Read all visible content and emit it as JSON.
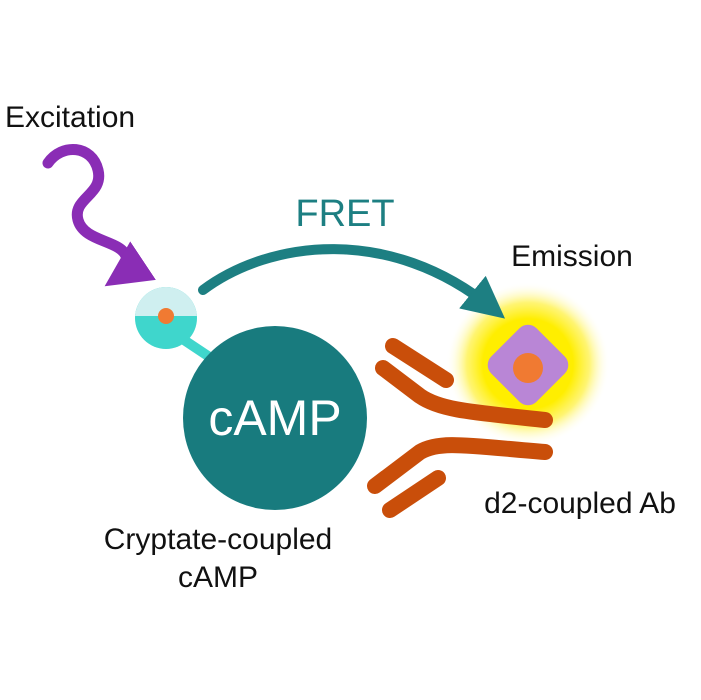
{
  "labels": {
    "excitation": "Excitation",
    "fret": "FRET",
    "emission": "Emission",
    "camp": "cAMP",
    "cryptate_line1": "Cryptate-coupled",
    "cryptate_line2": "cAMP",
    "d2_ab": "d2-coupled Ab"
  },
  "colors": {
    "excitation_wave": "#8a2db5",
    "fret_arrow": "#1d7f82",
    "camp_circle": "#187b7e",
    "cryptate_light": "#cfeff0",
    "cryptate_dark": "#3fd6cc",
    "core_orange": "#f07a32",
    "antibody": "#c94e0a",
    "emission_glow": "#ffee00",
    "d2_purple": "#b986d6"
  },
  "icons": {
    "excitation": "wavy-arrow-icon",
    "fret": "curved-arrow-icon",
    "emission": "glow-icon"
  }
}
